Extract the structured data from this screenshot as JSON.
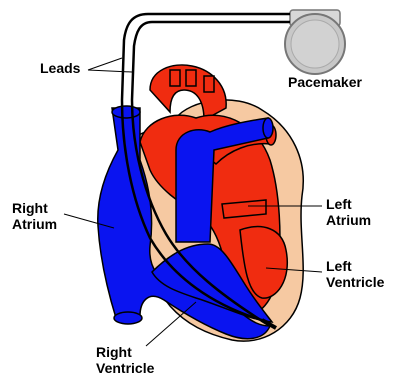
{
  "labels": {
    "leads": "Leads",
    "pacemaker": "Pacemaker",
    "right_atrium": [
      "Right",
      "Atrium"
    ],
    "left_atrium": [
      "Left",
      "Atrium"
    ],
    "left_ventricle": [
      "Left",
      "Ventricle"
    ],
    "right_ventricle": [
      "Right",
      "Ventricle"
    ]
  },
  "colors": {
    "blue": "#0a14f0",
    "red": "#f02c10",
    "tissue": "#f6c9a2",
    "device": "#c8c8c8"
  }
}
